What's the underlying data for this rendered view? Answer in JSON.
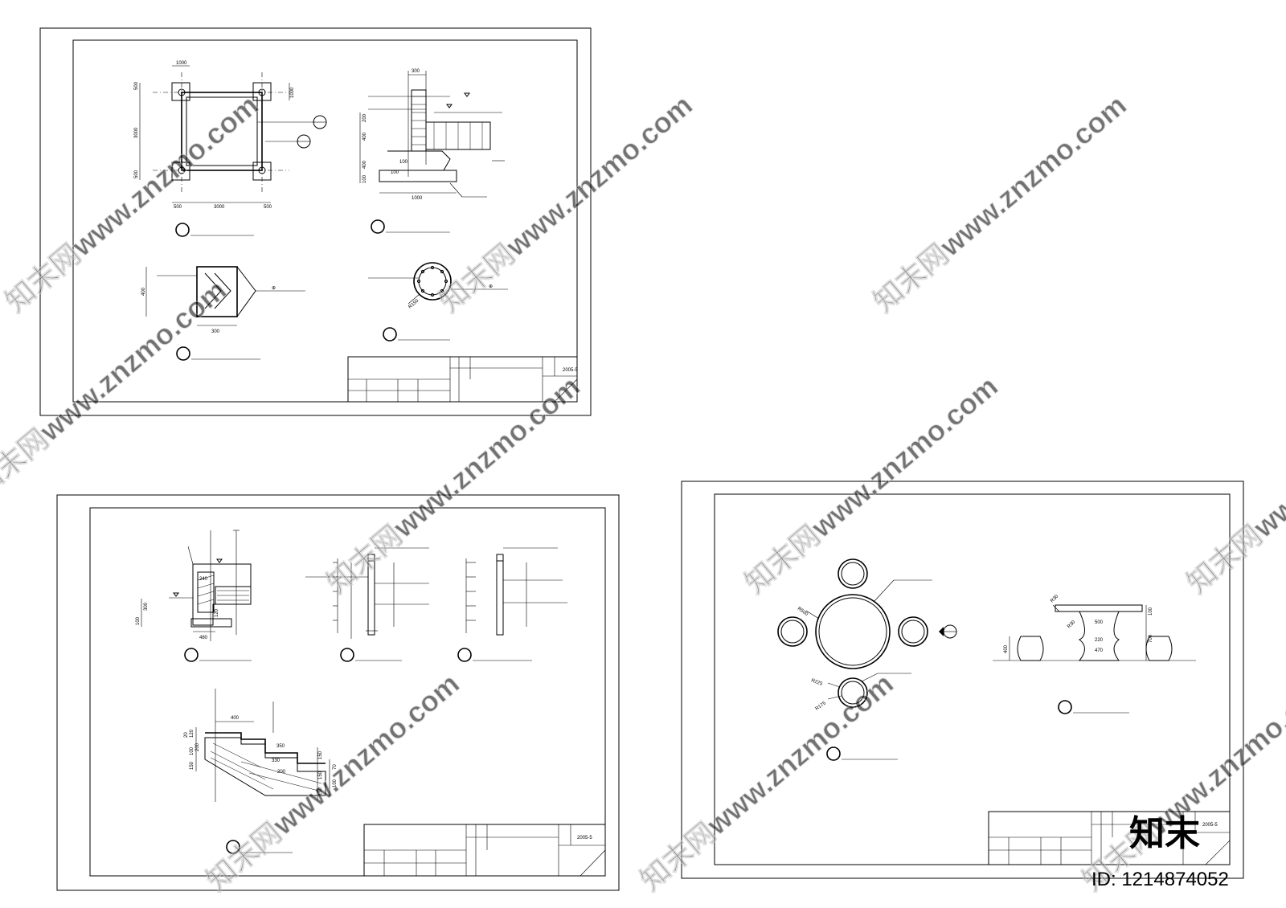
{
  "sheets": {
    "top_left": {
      "date": "2005-5",
      "plan_dims": {
        "top": "1000",
        "left_top": "500",
        "left_mid": "3000",
        "left_bot": "500",
        "right_top": "1000",
        "bottom_left": "500",
        "bottom_mid": "3000",
        "bottom_right": "500"
      },
      "section_dims": {
        "top": "300",
        "v200": "200",
        "v400a": "400",
        "v400b": "400",
        "v100": "100",
        "inner100a": "100",
        "inner100b": "100",
        "base": "1000"
      },
      "column_dims": {
        "height": "400",
        "width": "300"
      },
      "round_dims": {
        "radius": "R150"
      }
    },
    "bottom_left": {
      "date": "2005-5",
      "wall_dims": {
        "v100": "100",
        "v300": "300",
        "d240": "240",
        "d120": "120",
        "base": "480"
      },
      "stair_dims": {
        "tread400": "400",
        "tread350": "350",
        "tread330": "330",
        "tread200": "200",
        "v20": "20",
        "v120": "120",
        "v100": "100",
        "v200": "200",
        "v150": "150",
        "r70": "70",
        "r100": "100",
        "r150a": "150",
        "r150b": "150",
        "r150c": "150"
      }
    },
    "right": {
      "date": "2005-5",
      "plan_dims": {
        "r500": "R500",
        "r225": "R225",
        "r175": "R175"
      },
      "elev_dims": {
        "r30a": "R30",
        "r30b": "R30",
        "w500": "500",
        "w220": "220",
        "w470": "470",
        "h100": "100",
        "h700": "700",
        "h400": "400"
      }
    }
  },
  "watermark": {
    "text": "知末网www.znzmo.com"
  },
  "brand": {
    "logo": "知末",
    "id": "ID: 1214874052"
  }
}
